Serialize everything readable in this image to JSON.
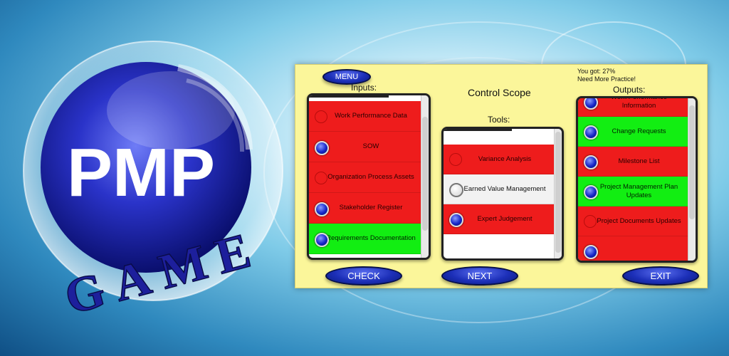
{
  "logo": {
    "main": "PMP",
    "sub": "GAME"
  },
  "menu": {
    "label": "MENU"
  },
  "score": {
    "line1": "You got: 27%",
    "line2": "Need More Practice!"
  },
  "screen": {
    "title": "Control Scope"
  },
  "inputs": {
    "heading": "Inputs:",
    "items": [
      {
        "label": "Work Performance Data",
        "state": "red",
        "radio": "empty"
      },
      {
        "label": "SOW",
        "state": "red",
        "radio": "filled"
      },
      {
        "label": "Organization Process Assets",
        "state": "red",
        "radio": "empty"
      },
      {
        "label": "Stakeholder Register",
        "state": "red",
        "radio": "filled"
      },
      {
        "label": "Requirements Documentation",
        "state": "green",
        "radio": "filled"
      }
    ]
  },
  "tools": {
    "heading": "Tools:",
    "items": [
      {
        "label": "Variance Analysis",
        "state": "red",
        "radio": "empty"
      },
      {
        "label": "Earned Value Management",
        "state": "white",
        "radio": "white"
      },
      {
        "label": "Expert Judgement",
        "state": "red",
        "radio": "filled"
      }
    ]
  },
  "outputs": {
    "heading": "Outputs:",
    "items": [
      {
        "label": "Work Performance Information",
        "state": "red",
        "radio": "filled"
      },
      {
        "label": "Change Requests",
        "state": "green",
        "radio": "filled"
      },
      {
        "label": "Milestone List",
        "state": "red",
        "radio": "filled"
      },
      {
        "label": "Project Management Plan Updates",
        "state": "green",
        "radio": "filled"
      },
      {
        "label": "Project Documents Updates",
        "state": "red",
        "radio": "empty"
      },
      {
        "label": "",
        "state": "red",
        "radio": "filled"
      }
    ]
  },
  "buttons": {
    "check": "CHECK",
    "next": "NEXT",
    "exit": "EXIT"
  },
  "colors": {
    "red": "#ee1c1c",
    "green": "#12ee12",
    "panel": "#fbf69a",
    "button": "#1c2fb8"
  },
  "icons": {
    "filled": "selected-radio-icon",
    "empty": "unselected-radio-icon",
    "white": "neutral-radio-icon"
  }
}
